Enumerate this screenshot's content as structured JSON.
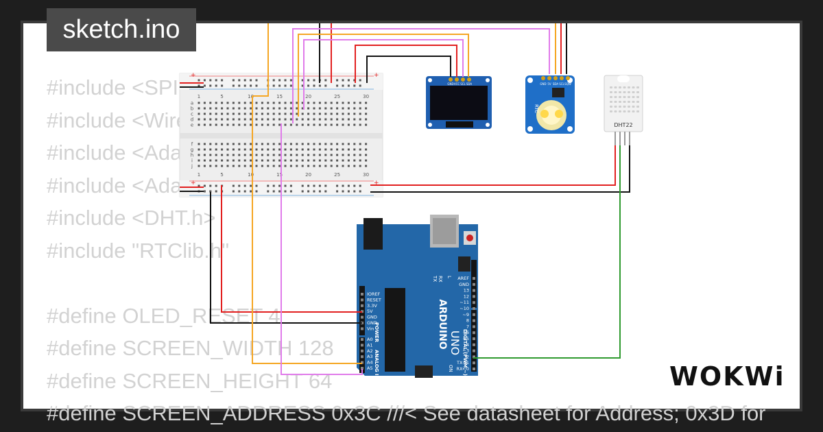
{
  "tab": {
    "title": "sketch.ino"
  },
  "code_lines": [
    "#include <SPI.h>",
    "#include <Wire.h>",
    "#include <Adafruit_GFX.h>",
    "#include <Adafruit_SSD1306.h>",
    "#include <DHT.h>",
    "#include \"RTClib.h\"",
    "",
    "#define OLED_RESET 4",
    "#define SCREEN_WIDTH 128",
    "#define SCREEN_HEIGHT 64",
    "#define SCREEN_ADDRESS 0x3C ///< See datasheet for Address; 0x3D for"
  ],
  "breadboard": {
    "column_numbers_top": [
      "1",
      "5",
      "10",
      "15",
      "20",
      "25",
      "30"
    ],
    "column_numbers_bottom": [
      "1",
      "5",
      "10",
      "15",
      "20",
      "25",
      "30"
    ],
    "row_letters": [
      "a",
      "b",
      "c",
      "d",
      "e",
      "f",
      "g",
      "h",
      "i",
      "j"
    ]
  },
  "oled": {
    "pin_labels": [
      "GND",
      "VCC",
      "SCL",
      "SDA"
    ]
  },
  "rtc": {
    "pin_labels": [
      "GND",
      "5V",
      "SDA",
      "SCL",
      "SQW"
    ],
    "label": "RTC"
  },
  "dht": {
    "label": "DHT22"
  },
  "arduino": {
    "brand": "ARDUINO",
    "model": "UNO",
    "power_pins": [
      "IOREF",
      "RESET",
      "3.3V",
      "5V",
      "GND",
      "GND",
      "Vin"
    ],
    "analog_pins": [
      "A0",
      "A1",
      "A2",
      "A3",
      "A4",
      "A5"
    ],
    "digital_pins": [
      "AREF",
      "GND",
      "13",
      "12",
      "~11",
      "~10",
      "~9",
      "8",
      "7",
      "~6",
      "~5",
      "4",
      "~3",
      "2",
      "TX→1",
      "RX←0"
    ],
    "labels": {
      "power": "POWER",
      "analog": "ANALOG IN",
      "digital": "DIGITAL (PWM ~)",
      "on": "ON",
      "tx": "TX",
      "rx": "RX",
      "l": "L"
    }
  },
  "brand_logo": {
    "text": "WOKWi"
  },
  "colors": {
    "red": "#e21f1f",
    "black": "#111111",
    "orange": "#f5a623",
    "violet": "#e07bea",
    "green": "#2f9a2f",
    "board": "#2367a8",
    "oled_board": "#1f5fb0",
    "rtc_board": "#1f6fc8"
  }
}
